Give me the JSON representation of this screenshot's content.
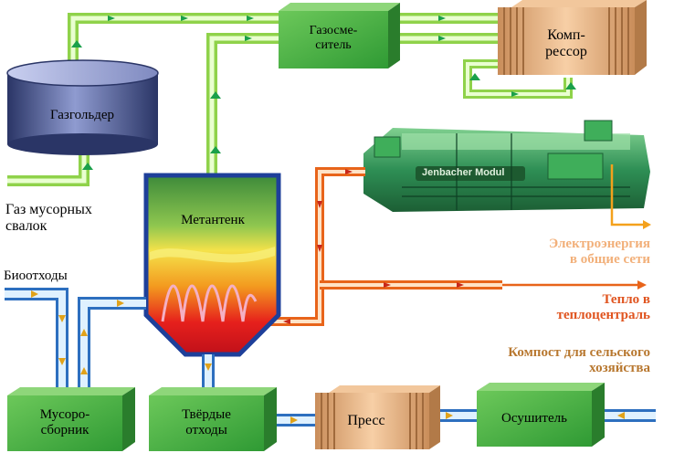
{
  "colors": {
    "green_pipe": "#8fd24a",
    "green_pipe_light": "#e9ffd0",
    "blue_pipe": "#2d6fbf",
    "blue_pipe_light": "#dff1ff",
    "orange_pipe": "#e8641a",
    "orange_pipe_light": "#ffe3c7",
    "box_green": "#3fae3c",
    "box_tan": "#e9b687",
    "electric_text": "#f2b07a",
    "heat_text": "#e0541f",
    "compost_text": "#b87830"
  },
  "nodes": {
    "gasholder": "Газгольдер",
    "gas_mixer_line1": "Газосме-",
    "gas_mixer_line2": "ситель",
    "compressor_line1": "Комп-",
    "compressor_line2": "рессор",
    "engine_plate": "Jenbacher Modul",
    "digester": "Метантенк",
    "waste_collector_line1": "Мусоро-",
    "waste_collector_line2": "сборник",
    "solid_waste_line1": "Твёрдые",
    "solid_waste_line2": "отходы",
    "press": "Пресс",
    "dryer": "Осушитель"
  },
  "labels": {
    "landfill_gas_line1": "Газ мусорных",
    "landfill_gas_line2": "свалок",
    "biowaste": "Биоотходы",
    "electricity_line1": "Электроэнергия",
    "electricity_line2": "в общие сети",
    "heat_line1": "Тепло в",
    "heat_line2": "теплоцентраль",
    "compost_line1": "Компост для сельского",
    "compost_line2": "хозяйства"
  }
}
